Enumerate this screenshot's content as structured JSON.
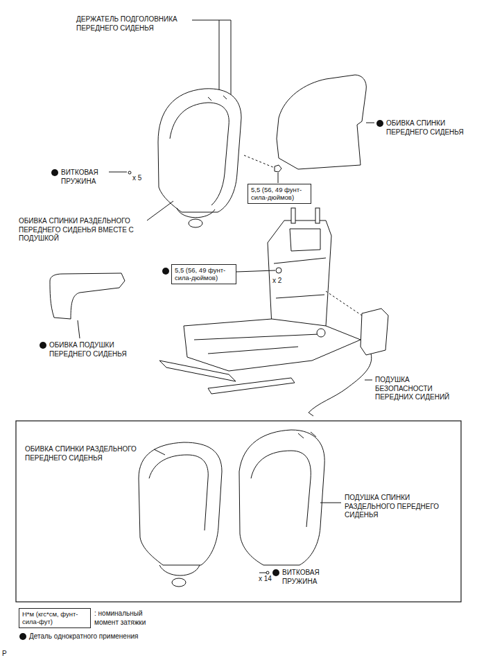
{
  "diagram": {
    "nodes": [
      {
        "text": [
          "5,5 (56, 49 фунт-сила-дюймов)"
        ]
      },
      {
        "text": [
          "5,5 (56, 49 фунт-сила-дюймов)"
        ]
      },
      {
        "text": [
          "Н*м (кгс*см, фунт-сила-фут)"
        ]
      }
    ],
    "edges": [],
    "labels": [
      "ДЕРЖАТЕЛЬ ПОДГОЛОВНИКА ПЕРЕДНЕГО СИДЕНЬЯ",
      "ВИТКОВАЯ ПРУЖИНА",
      "x 5",
      "ОБИВКА СПИНКИ ПЕРЕДНЕГО СИДЕНЬЯ",
      "ОБИВКА СПИНКИ РАЗДЕЛЬНОГО ПЕРЕДНЕГО СИДЕНЬЯ ВМЕСТЕ С ПОДУШКОЙ",
      "x 2",
      "ОБИВКА ПОДУШКИ ПЕРЕДНЕГО СИДЕНЬЯ",
      "ПОДУШКА БЕЗОПАСНОСТИ ПЕРЕДНИХ СИДЕНИЙ",
      "ОБИВКА СПИНКИ РАЗДЕЛЬНОГО ПЕРЕДНЕГО СИДЕНЬЯ",
      "ПОДУШКА СПИНКИ РАЗДЕЛЬНОГО ПЕРЕДНЕГО СИДЕНЬЯ",
      "x 14",
      "ВИТКОВАЯ ПРУЖИНА",
      "P"
    ],
    "legend": [
      {
        "text": ": номинальный момент затяжки"
      },
      {
        "text": "Деталь однократного применения"
      }
    ]
  }
}
